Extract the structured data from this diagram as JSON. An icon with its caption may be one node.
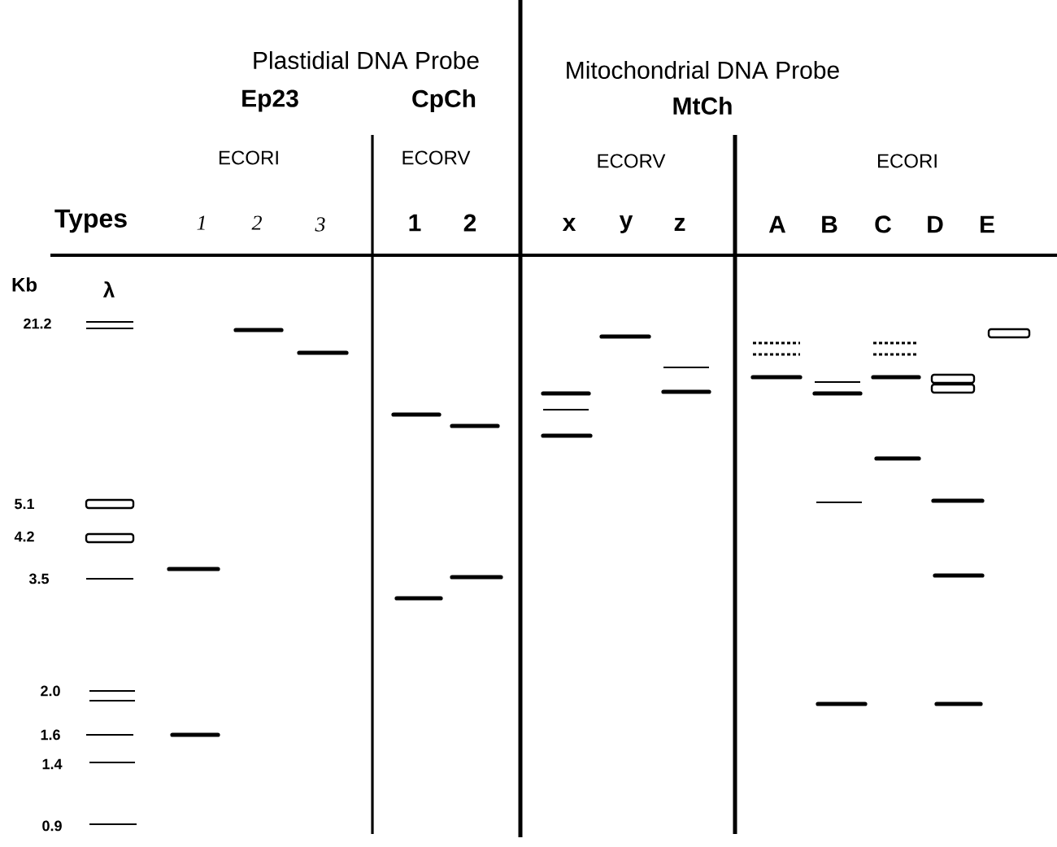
{
  "diagram": {
    "labels": [
      "Plastidial DNA Probe",
      "Mitochondrial DNA Probe",
      "Ep23",
      "CpCh",
      "MtCh",
      "ECORI",
      "ECORV",
      "ECORV",
      "ECORI",
      "Types",
      "1",
      "2",
      "3",
      "1",
      "2",
      "x",
      "y",
      "z",
      "A",
      "B",
      "C",
      "D",
      "E",
      "Kb",
      "λ",
      "21.2",
      "5.1",
      "4.2",
      "3.5",
      "2.0",
      "1.6",
      "1.4",
      "0.9"
    ]
  }
}
